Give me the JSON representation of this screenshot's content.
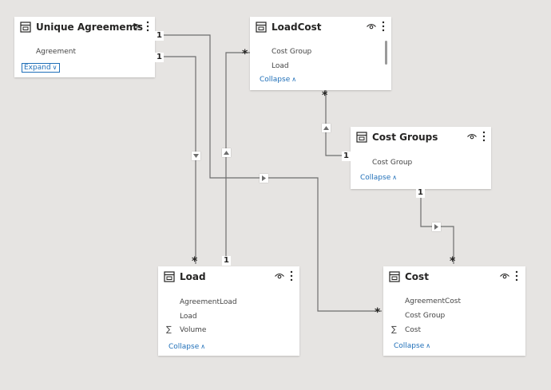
{
  "tables": {
    "unique_agreements": {
      "title": "Unique Agreements",
      "fields": [
        "Agreement"
      ],
      "toggle": "Expand"
    },
    "loadcost": {
      "title": "LoadCost",
      "fields": [
        "Cost Group",
        "Load"
      ],
      "toggle": "Collapse"
    },
    "cost_groups": {
      "title": "Cost Groups",
      "fields": [
        "Cost Group"
      ],
      "toggle": "Collapse"
    },
    "load": {
      "title": "Load",
      "fields": [
        "AgreementLoad",
        "Load",
        "Volume"
      ],
      "toggle": "Collapse"
    },
    "cost": {
      "title": "Cost",
      "fields": [
        "AgreementCost",
        "Cost Group",
        "Cost"
      ],
      "toggle": "Collapse"
    }
  },
  "cardinality": {
    "one": "1",
    "many": "*"
  },
  "icons": {
    "table": "table-icon",
    "visibility": "eye-icon",
    "more": "more-options-icon",
    "sum": "sigma-icon",
    "direction": "filter-direction-arrow"
  },
  "colors": {
    "canvas": "#e6e4e2",
    "card": "#ffffff",
    "line": "#6e6e6e",
    "link": "#1f6fb8"
  }
}
